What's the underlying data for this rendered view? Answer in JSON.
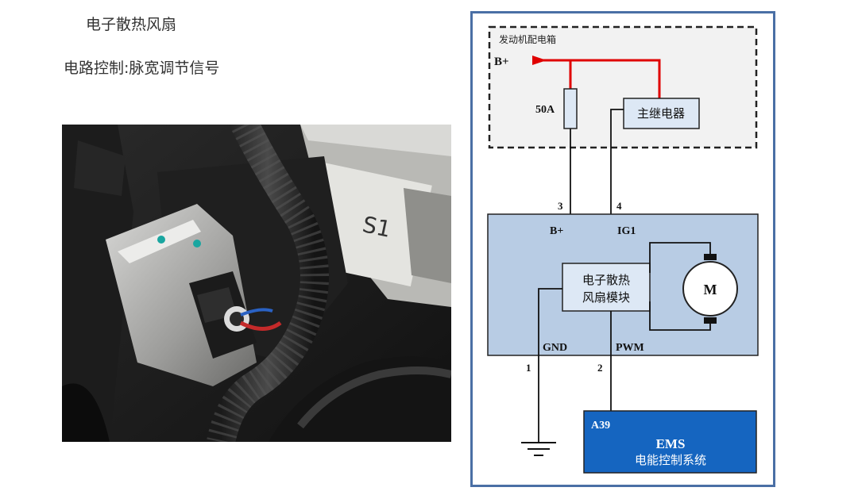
{
  "page": {
    "title": "电子散热风扇",
    "subtitle": "电路控制:脉宽调节信号"
  },
  "photo": {
    "sticker_text": "S1"
  },
  "diagram": {
    "engine_box_label": "发动机配电箱",
    "bplus_source": "B+",
    "fuse_label": "50A",
    "relay_label": "主继电器",
    "pins": {
      "p3": "3",
      "p4": "4",
      "p1": "1",
      "p2": "2"
    },
    "module": {
      "bplus": "B+",
      "ig1": "IG1",
      "gnd": "GND",
      "pwm": "PWM",
      "name_line1": "电子散热",
      "name_line2": "风扇模块",
      "motor": "M"
    },
    "ems": {
      "connector": "A39",
      "title": "EMS",
      "subtitle": "电能控制系统"
    },
    "colors": {
      "frame_border": "#4a6fa5",
      "module_fill": "#b8cce4",
      "ems_fill": "#1565c0",
      "power_wire": "#e00000"
    }
  }
}
